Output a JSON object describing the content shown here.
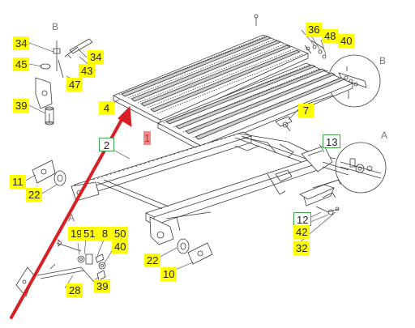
{
  "diagram": {
    "labels": [
      {
        "text": "34",
        "style": "yellow"
      },
      {
        "text": "45",
        "style": "yellow"
      },
      {
        "text": "47",
        "style": "yellow"
      },
      {
        "text": "43",
        "style": "yellow"
      },
      {
        "text": "34",
        "style": "yellow"
      },
      {
        "text": "39",
        "style": "yellow"
      },
      {
        "text": "4",
        "style": "yellow"
      },
      {
        "text": "36",
        "style": "yellow"
      },
      {
        "text": "48",
        "style": "yellow"
      },
      {
        "text": "40",
        "style": "yellow"
      },
      {
        "text": "7",
        "style": "yellow"
      },
      {
        "text": "1",
        "style": "pink"
      },
      {
        "text": "11",
        "style": "yellow"
      },
      {
        "text": "22",
        "style": "yellow"
      },
      {
        "text": "19",
        "style": "yellow"
      },
      {
        "text": "51",
        "style": "yellow"
      },
      {
        "text": "8",
        "style": "yellow"
      },
      {
        "text": "50",
        "style": "yellow"
      },
      {
        "text": "40",
        "style": "yellow"
      },
      {
        "text": "39",
        "style": "yellow"
      },
      {
        "text": "28",
        "style": "yellow"
      },
      {
        "text": "22",
        "style": "yellow"
      },
      {
        "text": "10",
        "style": "yellow"
      },
      {
        "text": "2",
        "style": "green"
      },
      {
        "text": "13",
        "style": "green"
      },
      {
        "text": "12",
        "style": "green"
      },
      {
        "text": "42",
        "style": "yellow"
      },
      {
        "text": "32",
        "style": "yellow"
      }
    ],
    "view_letters": [
      "B",
      "B",
      "A",
      "A"
    ],
    "colors": {
      "label_fill": "#ffff00",
      "green_border": "#3fa84f",
      "arrow": "#d81f26",
      "line": "#3a3a3a"
    }
  }
}
